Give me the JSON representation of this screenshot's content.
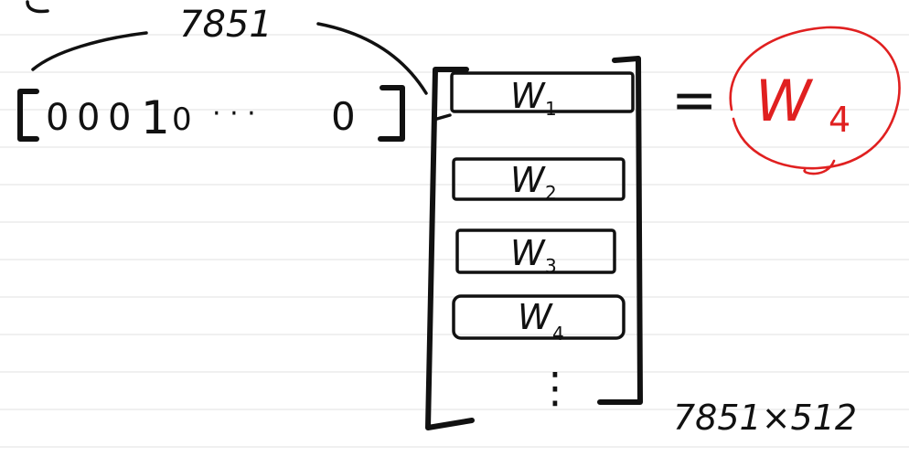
{
  "annotations": {
    "vocab_size": "7851",
    "one_hot_vector": {
      "bits": [
        "0",
        "0",
        "0",
        "1",
        "0"
      ],
      "dots": "· · ·",
      "last": "0"
    },
    "rows": [
      {
        "letter": "W",
        "sub": "1"
      },
      {
        "letter": "W",
        "sub": "2"
      },
      {
        "letter": "W",
        "sub": "3"
      },
      {
        "letter": "W",
        "sub": "4"
      }
    ],
    "vertical_dots": "⋮",
    "equals": "=",
    "result": {
      "letter": "W",
      "sub": "4"
    },
    "matrix_size": "7851×512"
  },
  "colors": {
    "ink": "#111111",
    "highlight": "#e02020",
    "rule": "#e7e7e7"
  }
}
